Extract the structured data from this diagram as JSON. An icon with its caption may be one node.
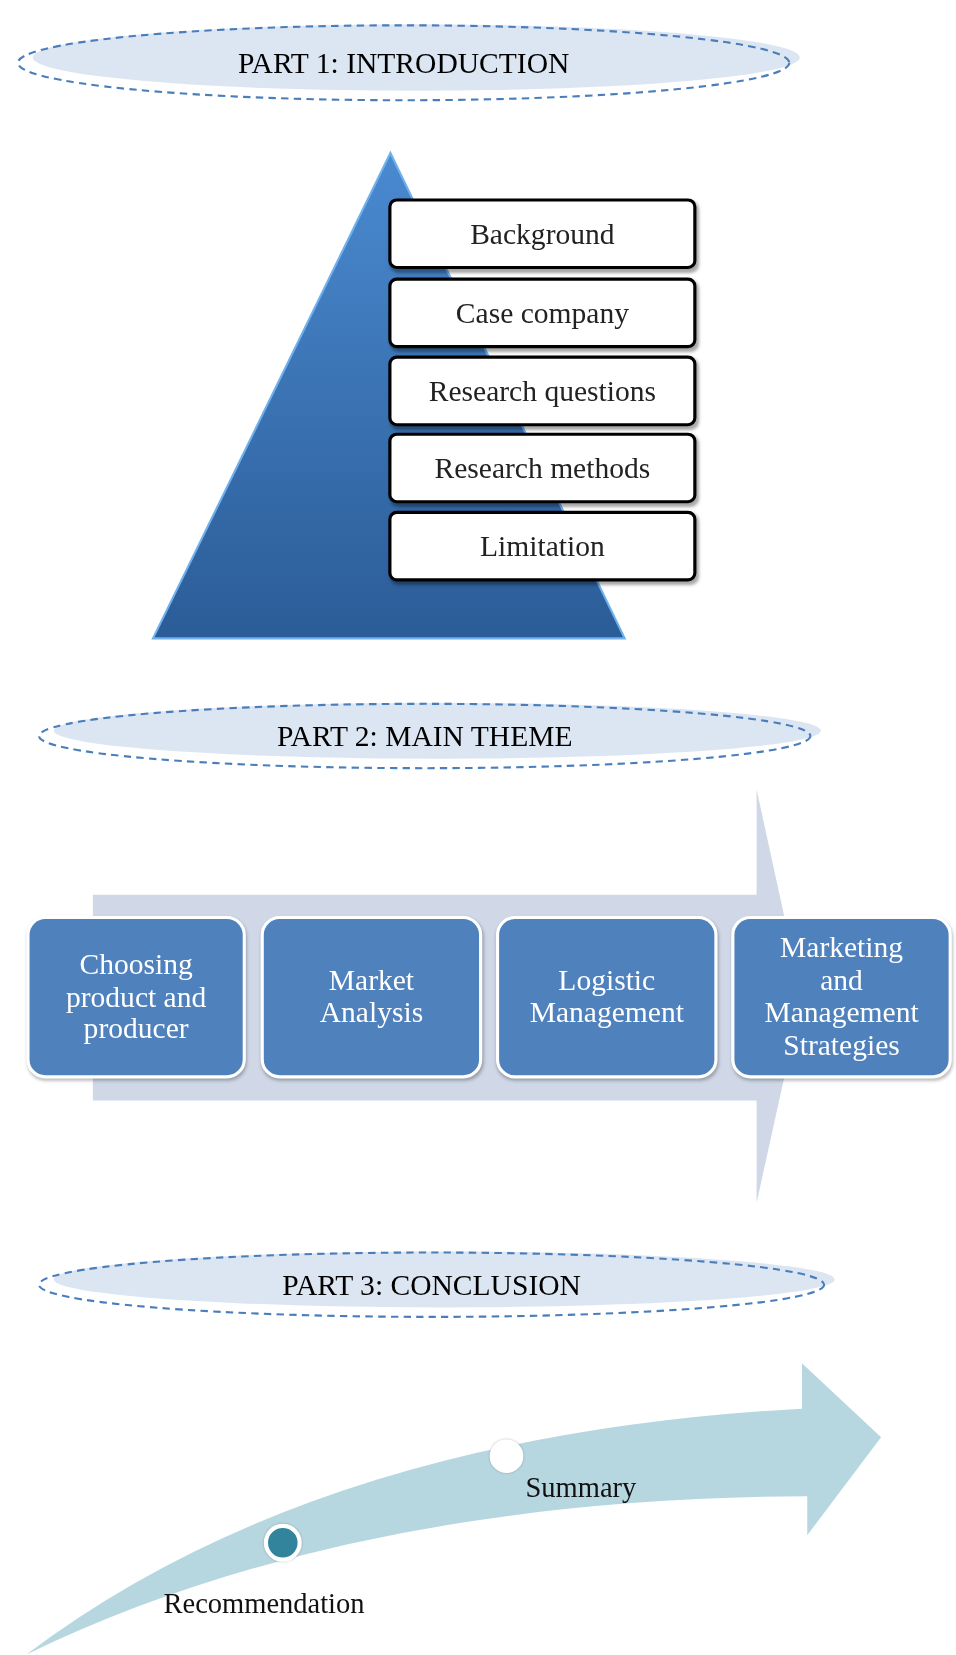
{
  "diagram": {
    "nodes": [
      {
        "text": [
          "PART 1: INTRODUCTION"
        ]
      },
      {
        "text": [
          "Background"
        ]
      },
      {
        "text": [
          "Case company"
        ]
      },
      {
        "text": [
          "Research questions"
        ]
      },
      {
        "text": [
          "Research methods"
        ]
      },
      {
        "text": [
          "Limitation"
        ]
      },
      {
        "text": [
          "PART 2: MAIN THEME"
        ]
      },
      {
        "text": [
          "Choosing product and producer"
        ]
      },
      {
        "text": [
          "Market Analysis"
        ]
      },
      {
        "text": [
          "Logistic Management"
        ]
      },
      {
        "text": [
          "Marketing and Management Strategies"
        ]
      },
      {
        "text": [
          "PART 3: CONCLUSION"
        ]
      },
      {
        "text": [],
        "shape": "circle",
        "beside": [
          "Recommendation"
        ]
      },
      {
        "text": [],
        "shape": "circle",
        "beside": [
          "Summary"
        ]
      }
    ],
    "edges": [
      {
        "from": 7,
        "to": 10,
        "arrow": "to"
      }
    ]
  }
}
